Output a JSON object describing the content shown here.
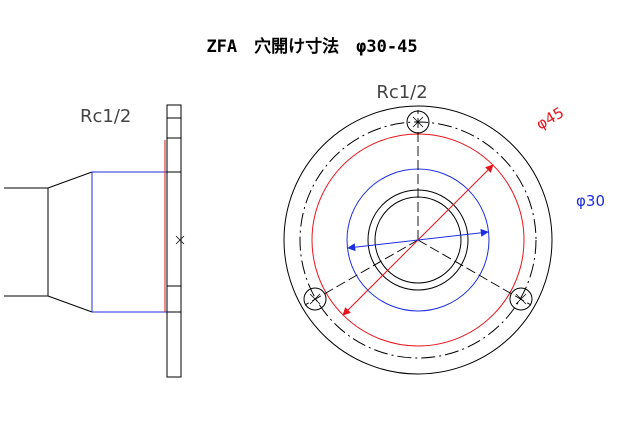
{
  "title": "ZFA　穴開け寸法　φ30-45",
  "side_view": {
    "thread_label": "Rc1/2"
  },
  "front_view": {
    "thread_label": "Rc1/2",
    "outer_dimension": "φ45",
    "inner_dimension": "φ30"
  },
  "colors": {
    "line": "#000000",
    "outer_hole": "#e8141c",
    "inner_hole": "#1c2ee0",
    "background": "#ffffff"
  }
}
